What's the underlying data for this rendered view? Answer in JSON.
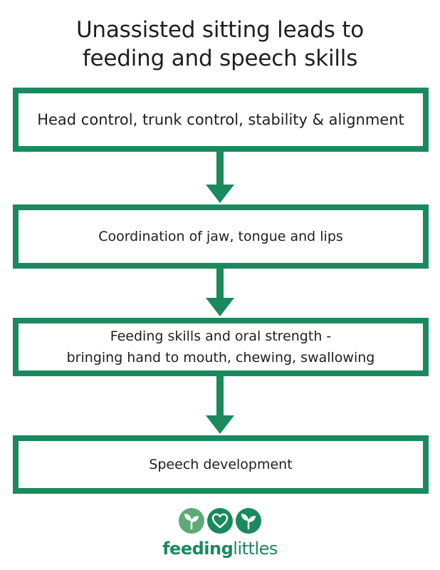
{
  "title": {
    "line1": "Unassisted sitting leads to",
    "line2": "feeding and speech skills"
  },
  "steps": [
    {
      "lines": [
        "Head control, trunk control, stability & alignment"
      ]
    },
    {
      "lines": [
        "Coordination of jaw, tongue and lips"
      ]
    },
    {
      "lines": [
        "Feeding skills and oral strength -",
        "bringing hand to mouth, chewing, swallowing"
      ]
    },
    {
      "lines": [
        "Speech development"
      ]
    }
  ],
  "logo": {
    "word_bold": "feeding",
    "word_light": "littles",
    "icons": [
      "sprout-icon",
      "heart-icon",
      "sprout-icon"
    ]
  },
  "colors": {
    "accent": "#1a8a5e",
    "text": "#1f1f1f",
    "background": "#ffffff"
  }
}
